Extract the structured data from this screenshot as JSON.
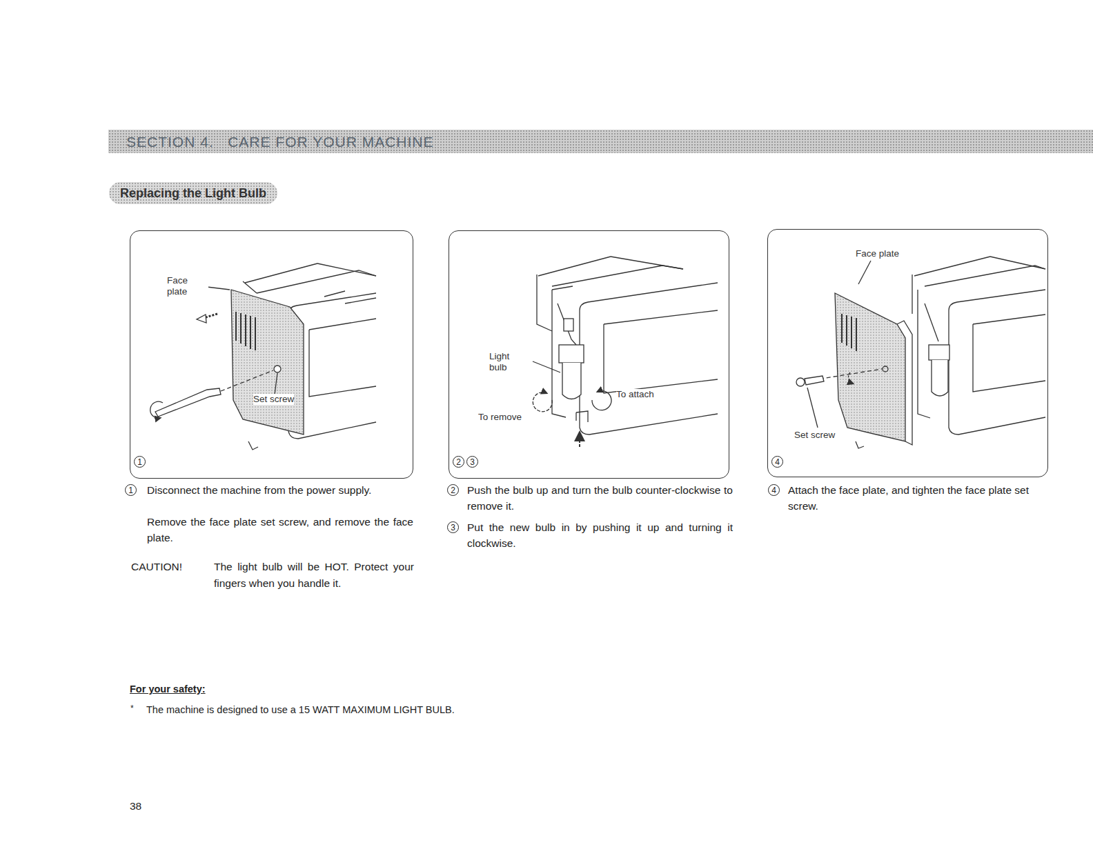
{
  "diagram": {
    "title": "SECTION 4.   CARE FOR YOUR MACHINE",
    "nodes": [
      {
        "text": [
          "Face plate",
          "Set screw",
          "1"
        ]
      },
      {
        "text": [
          "Light bulb",
          "To attach",
          "To remove",
          "2",
          "3"
        ]
      },
      {
        "text": [
          "Face plate",
          "Set screw",
          "4"
        ]
      }
    ],
    "labels": [
      "Replacing the Light Bulb",
      "1",
      "Disconnect the machine from the power supply.",
      "Remove the face plate set screw, and remove the face plate.",
      "CAUTION!",
      "The light bulb will be HOT. Protect your fingers when you handle it.",
      "2",
      "Push the bulb up and turn the bulb counter-clockwise to remove it.",
      "3",
      "Put the new bulb in by pushing it up and turning it clockwise.",
      "4",
      "Attach the face plate, and tighten the face plate set screw.",
      "For your safety:",
      "*",
      "The machine is designed to use a 15 WATT MAXIMUM LIGHT BULB.",
      "38"
    ]
  }
}
